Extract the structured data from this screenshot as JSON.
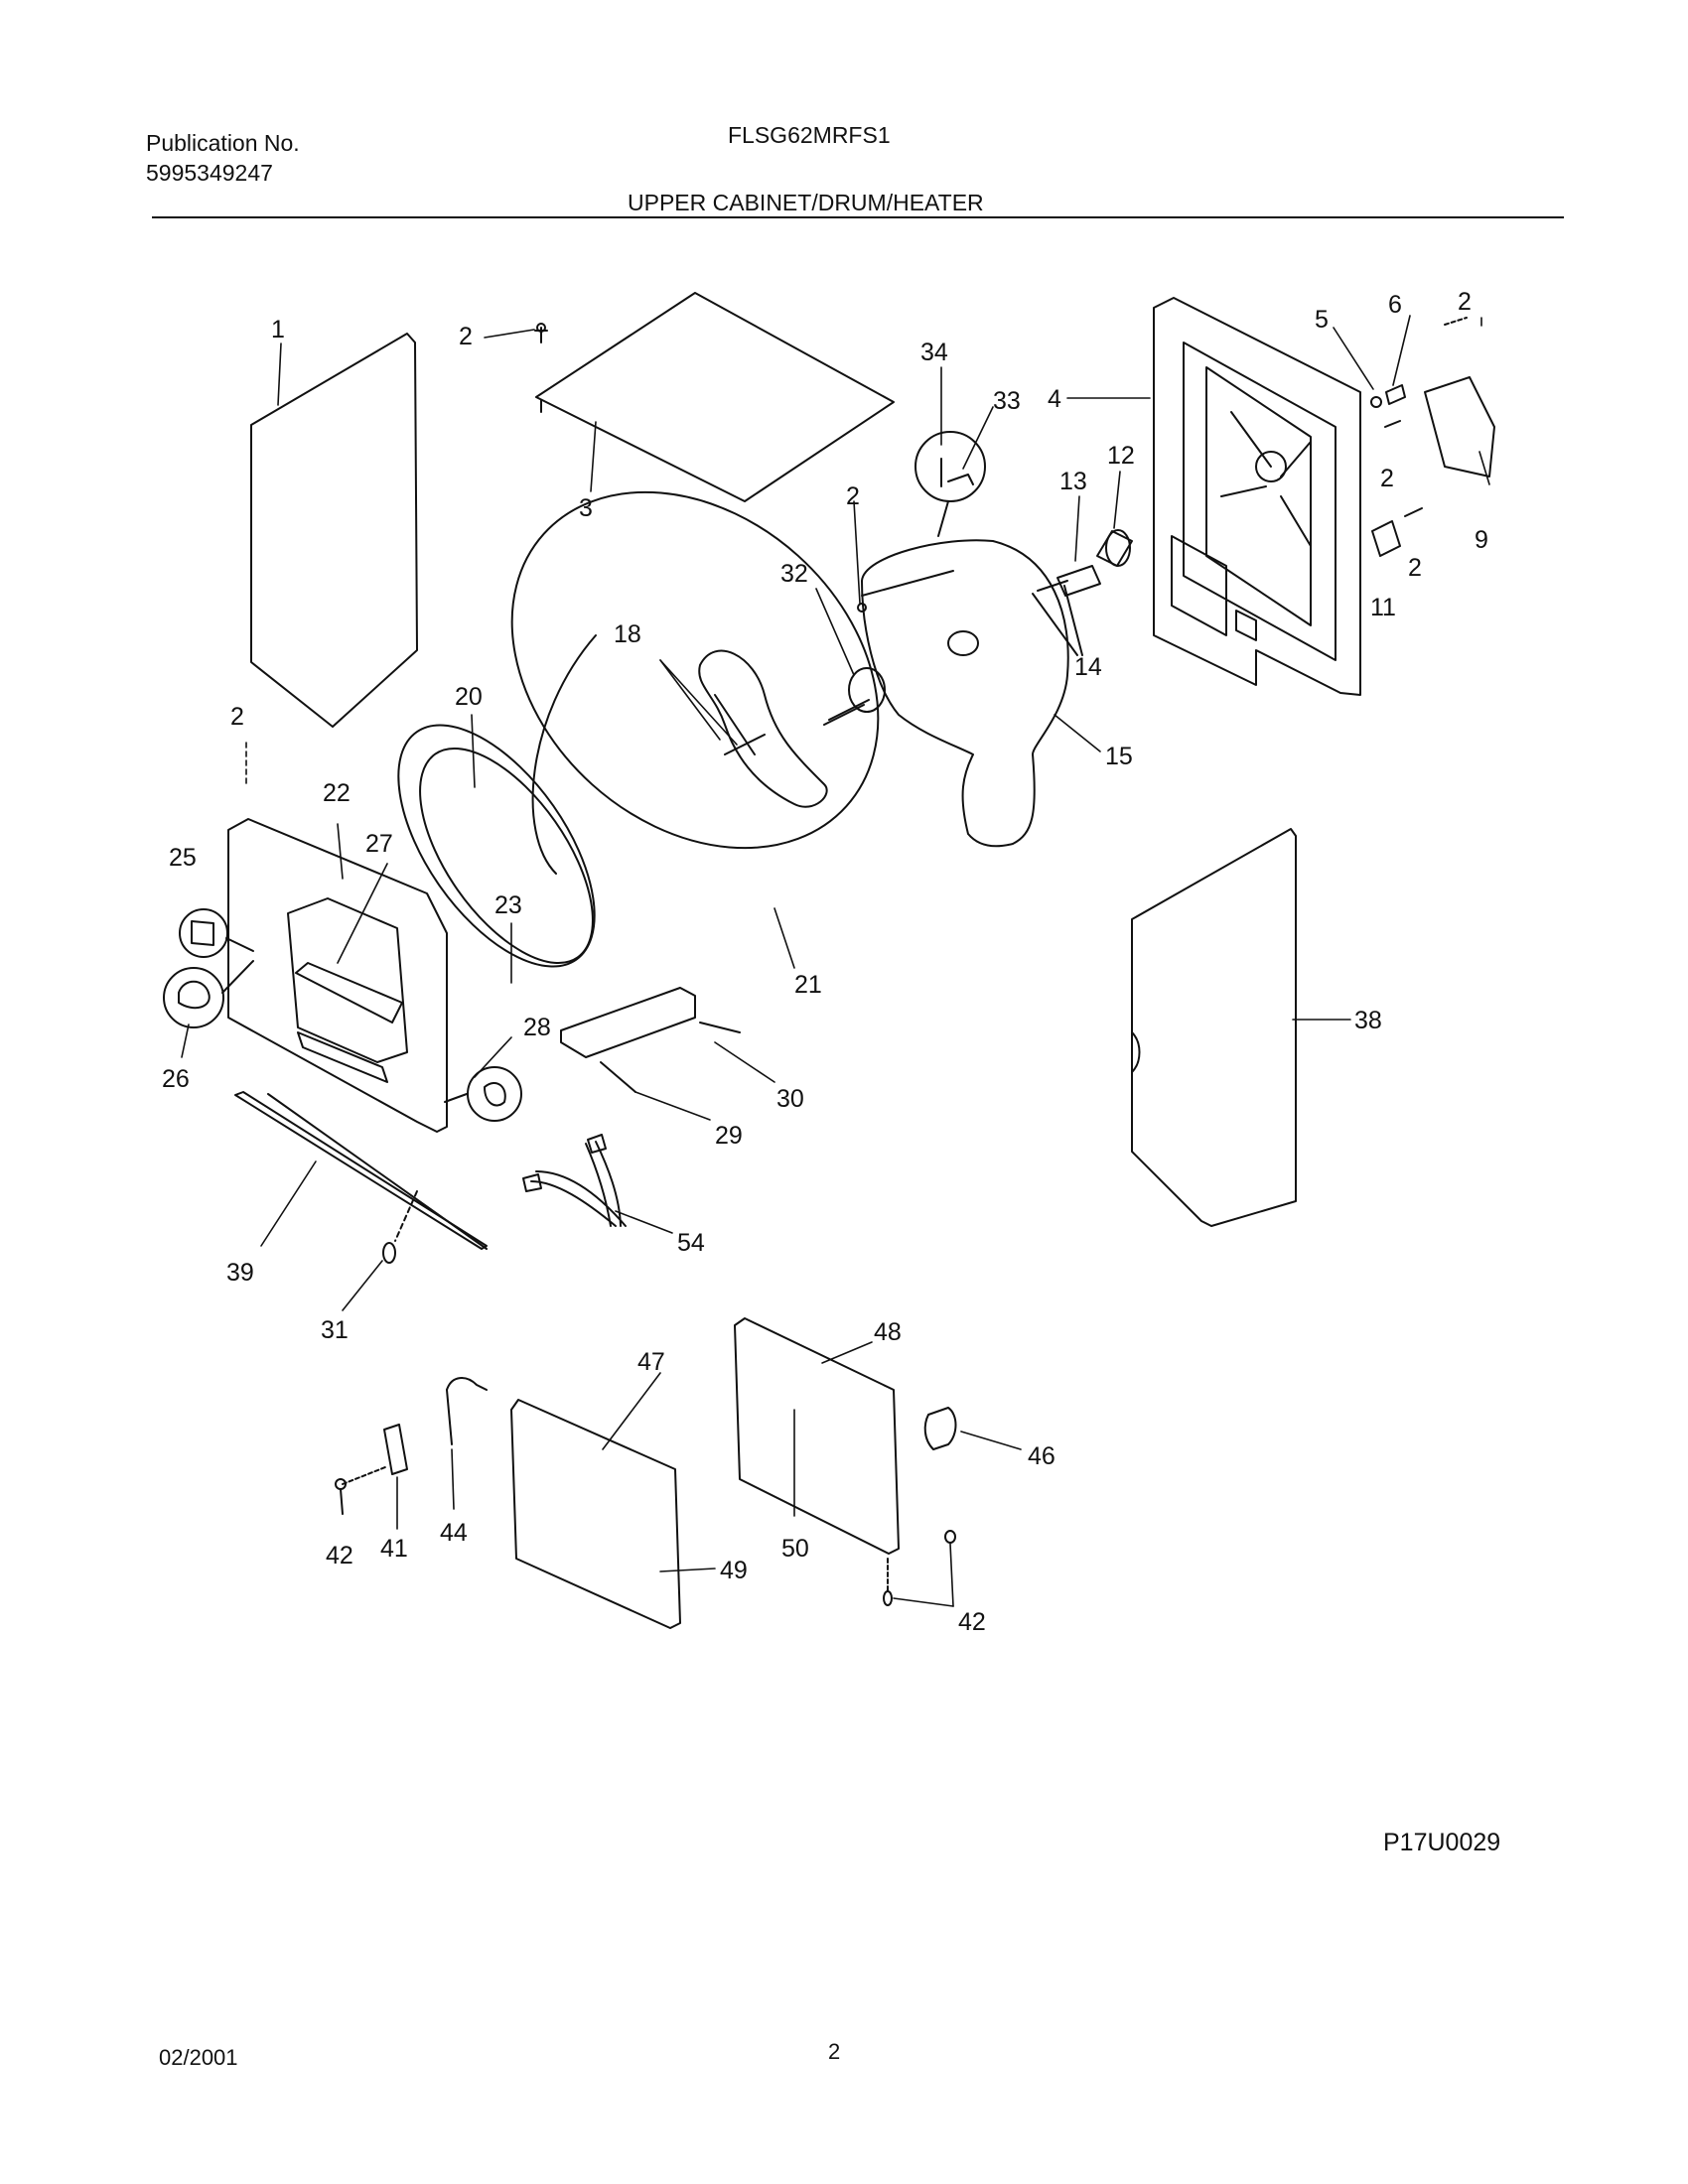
{
  "header": {
    "publication_label": "Publication No.",
    "publication_number": "5995349247",
    "model": "FLSG62MRFS1",
    "section_title": "UPPER CABINET/DRUM/HEATER"
  },
  "parts": [
    {
      "id": "p1",
      "ref": "1"
    },
    {
      "id": "p2a",
      "ref": "2"
    },
    {
      "id": "p3",
      "ref": "3"
    },
    {
      "id": "p34",
      "ref": "34"
    },
    {
      "id": "p33",
      "ref": "33"
    },
    {
      "id": "p4",
      "ref": "4"
    },
    {
      "id": "p5",
      "ref": "5"
    },
    {
      "id": "p6",
      "ref": "6"
    },
    {
      "id": "p2b",
      "ref": "2"
    },
    {
      "id": "p2c",
      "ref": "2"
    },
    {
      "id": "p9",
      "ref": "9"
    },
    {
      "id": "p2d",
      "ref": "2"
    },
    {
      "id": "p11",
      "ref": "11"
    },
    {
      "id": "p12",
      "ref": "12"
    },
    {
      "id": "p13",
      "ref": "13"
    },
    {
      "id": "p14",
      "ref": "14"
    },
    {
      "id": "p2e",
      "ref": "2"
    },
    {
      "id": "p32",
      "ref": "32"
    },
    {
      "id": "p18",
      "ref": "18"
    },
    {
      "id": "p15",
      "ref": "15"
    },
    {
      "id": "p20",
      "ref": "20"
    },
    {
      "id": "p2f",
      "ref": "2"
    },
    {
      "id": "p22",
      "ref": "22"
    },
    {
      "id": "p25",
      "ref": "25"
    },
    {
      "id": "p27",
      "ref": "27"
    },
    {
      "id": "p23",
      "ref": "23"
    },
    {
      "id": "p21",
      "ref": "21"
    },
    {
      "id": "p38",
      "ref": "38"
    },
    {
      "id": "p26",
      "ref": "26"
    },
    {
      "id": "p28",
      "ref": "28"
    },
    {
      "id": "p30",
      "ref": "30"
    },
    {
      "id": "p29",
      "ref": "29"
    },
    {
      "id": "p54",
      "ref": "54"
    },
    {
      "id": "p39",
      "ref": "39"
    },
    {
      "id": "p31",
      "ref": "31"
    },
    {
      "id": "p48",
      "ref": "48"
    },
    {
      "id": "p47",
      "ref": "47"
    },
    {
      "id": "p46",
      "ref": "46"
    },
    {
      "id": "p42a",
      "ref": "42"
    },
    {
      "id": "p41",
      "ref": "41"
    },
    {
      "id": "p44",
      "ref": "44"
    },
    {
      "id": "p49",
      "ref": "49"
    },
    {
      "id": "p50",
      "ref": "50"
    },
    {
      "id": "p42b",
      "ref": "42"
    }
  ],
  "art_code": "P17U0029",
  "footer": {
    "date": "02/2001",
    "page": "2"
  }
}
